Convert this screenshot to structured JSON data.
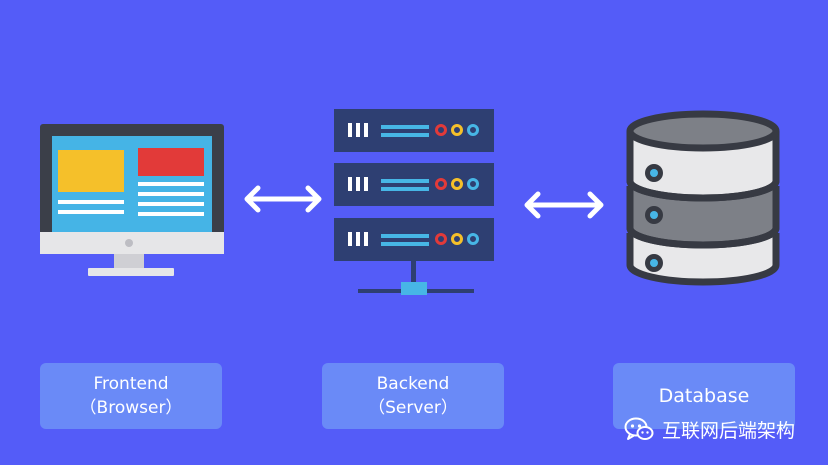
{
  "components": {
    "frontend": {
      "title": "Frontend",
      "subtitle": "（Browser）"
    },
    "backend": {
      "title": "Backend",
      "subtitle": "（Server）"
    },
    "database": {
      "title": "Database"
    }
  },
  "icons": {
    "frontend": "desktop-monitor-icon",
    "backend": "server-rack-icon",
    "database": "database-cylinder-icon",
    "arrows": "double-arrow-icon",
    "watermark": "wechat-icon"
  },
  "watermark": {
    "text": "互联网后端架构"
  },
  "colors": {
    "background": "#545cf8",
    "label_box": "#6a8af7",
    "server": "#2e3f72",
    "db_dark": "#373a43",
    "db_fill": "#e8e8ea",
    "db_band": "#7d8087",
    "accent_blue": "#47b6e6",
    "red": "#e23a39",
    "yellow": "#f5c02a"
  }
}
